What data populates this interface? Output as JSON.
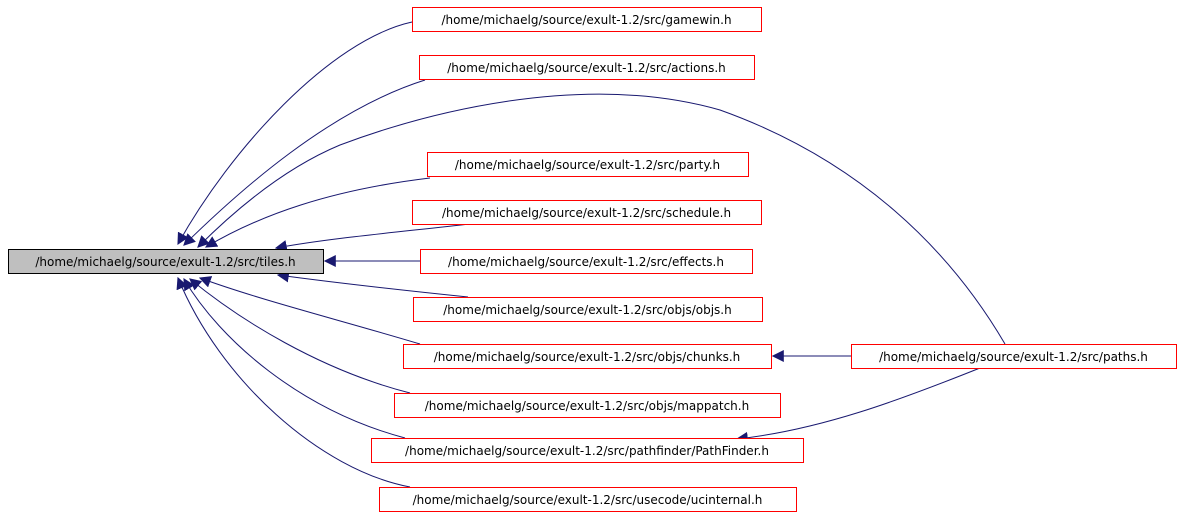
{
  "graph": {
    "colors": {
      "edge": "#191970",
      "node_border": "#ff0000",
      "root_border": "#000000",
      "root_fill": "#bfbfbf"
    },
    "root": {
      "id": "tiles",
      "label": "/home/michaelg/source/exult-1.2/src/tiles.h"
    },
    "nodes": [
      {
        "id": "gamewin",
        "label": "/home/michaelg/source/exult-1.2/src/gamewin.h"
      },
      {
        "id": "actions",
        "label": "/home/michaelg/source/exult-1.2/src/actions.h"
      },
      {
        "id": "party",
        "label": "/home/michaelg/source/exult-1.2/src/party.h"
      },
      {
        "id": "schedule",
        "label": "/home/michaelg/source/exult-1.2/src/schedule.h"
      },
      {
        "id": "effects",
        "label": "/home/michaelg/source/exult-1.2/src/effects.h"
      },
      {
        "id": "objs",
        "label": "/home/michaelg/source/exult-1.2/src/objs/objs.h"
      },
      {
        "id": "chunks",
        "label": "/home/michaelg/source/exult-1.2/src/objs/chunks.h"
      },
      {
        "id": "mappatch",
        "label": "/home/michaelg/source/exult-1.2/src/objs/mappatch.h"
      },
      {
        "id": "pathfinder",
        "label": "/home/michaelg/source/exult-1.2/src/pathfinder/PathFinder.h"
      },
      {
        "id": "ucinternal",
        "label": "/home/michaelg/source/exult-1.2/src/usecode/ucinternal.h"
      },
      {
        "id": "paths",
        "label": "/home/michaelg/source/exult-1.2/src/paths.h"
      }
    ],
    "edges": [
      {
        "from": "gamewin",
        "to": "tiles"
      },
      {
        "from": "actions",
        "to": "tiles"
      },
      {
        "from": "paths",
        "to": "tiles"
      },
      {
        "from": "party",
        "to": "tiles"
      },
      {
        "from": "schedule",
        "to": "tiles"
      },
      {
        "from": "effects",
        "to": "tiles"
      },
      {
        "from": "objs",
        "to": "tiles"
      },
      {
        "from": "chunks",
        "to": "tiles"
      },
      {
        "from": "mappatch",
        "to": "tiles"
      },
      {
        "from": "pathfinder",
        "to": "tiles"
      },
      {
        "from": "ucinternal",
        "to": "tiles"
      },
      {
        "from": "paths",
        "to": "chunks"
      },
      {
        "from": "paths",
        "to": "pathfinder"
      }
    ]
  }
}
